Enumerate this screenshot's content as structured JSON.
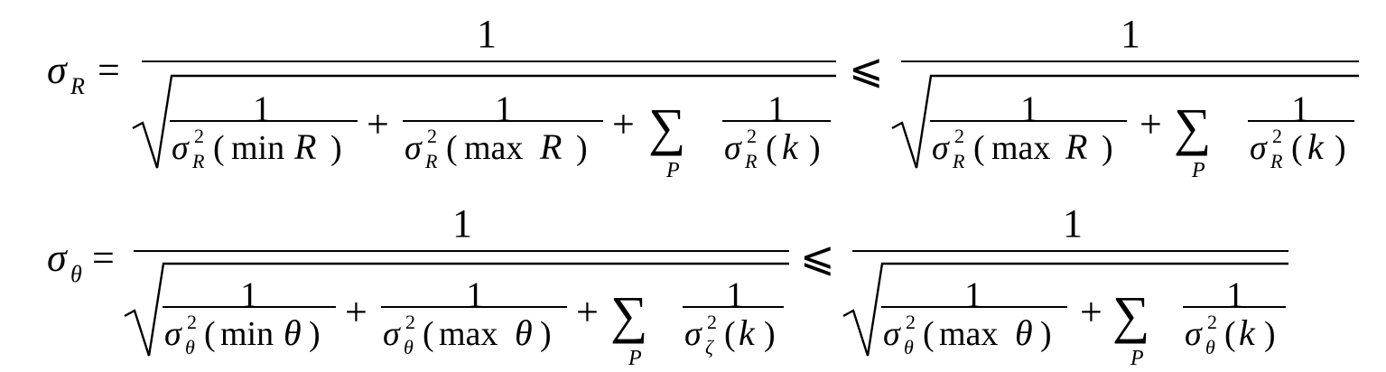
{
  "equations": [
    {
      "lhs_symbol": "σ",
      "lhs_subscript": "R",
      "equals": "=",
      "numerator": "1",
      "relation": "⩽",
      "left_terms": [
        {
          "num": "1",
          "sym": "σ",
          "sup": "2",
          "sub": "R",
          "arg_pre": "(",
          "arg_op": "min",
          "arg_var": "R",
          "arg_post": ")"
        },
        {
          "num": "1",
          "sym": "σ",
          "sup": "2",
          "sub": "R",
          "arg_pre": "(",
          "arg_op": "max",
          "arg_var": "R",
          "arg_post": ")"
        }
      ],
      "left_sum": {
        "plus": "+",
        "sigma": "∑",
        "under": "P",
        "num": "1",
        "sym": "σ",
        "sup": "2",
        "sub": "R",
        "arg_pre": "(",
        "arg_var": "k",
        "arg_post": ")"
      },
      "right_terms": [
        {
          "num": "1",
          "sym": "σ",
          "sup": "2",
          "sub": "R",
          "arg_pre": "(",
          "arg_op": "max",
          "arg_var": "R",
          "arg_post": ")"
        }
      ],
      "right_sum": {
        "plus": "+",
        "sigma": "∑",
        "under": "P",
        "num": "1",
        "sym": "σ",
        "sup": "2",
        "sub": "R",
        "arg_pre": "(",
        "arg_var": "k",
        "arg_post": ")"
      }
    },
    {
      "lhs_symbol": "σ",
      "lhs_subscript": "θ",
      "equals": "=",
      "numerator": "1",
      "relation": "⩽",
      "left_terms": [
        {
          "num": "1",
          "sym": "σ",
          "sup": "2",
          "sub": "θ",
          "arg_pre": "(",
          "arg_op": "min",
          "arg_var": "θ",
          "arg_post": ")"
        },
        {
          "num": "1",
          "sym": "σ",
          "sup": "2",
          "sub": "θ",
          "arg_pre": "(",
          "arg_op": "max",
          "arg_var": "θ",
          "arg_post": ")"
        }
      ],
      "left_sum": {
        "plus": "+",
        "sigma": "∑",
        "under": "P",
        "num": "1",
        "sym": "σ",
        "sup": "2",
        "sub": "ζ",
        "arg_pre": "(",
        "arg_var": "k",
        "arg_post": ")"
      },
      "right_terms": [
        {
          "num": "1",
          "sym": "σ",
          "sup": "2",
          "sub": "θ",
          "arg_pre": "(",
          "arg_op": "max",
          "arg_var": "θ",
          "arg_post": ")"
        }
      ],
      "right_sum": {
        "plus": "+",
        "sigma": "∑",
        "under": "P",
        "num": "1",
        "sym": "σ",
        "sup": "2",
        "sub": "θ",
        "arg_pre": "(",
        "arg_var": "k",
        "arg_post": ")"
      }
    }
  ]
}
